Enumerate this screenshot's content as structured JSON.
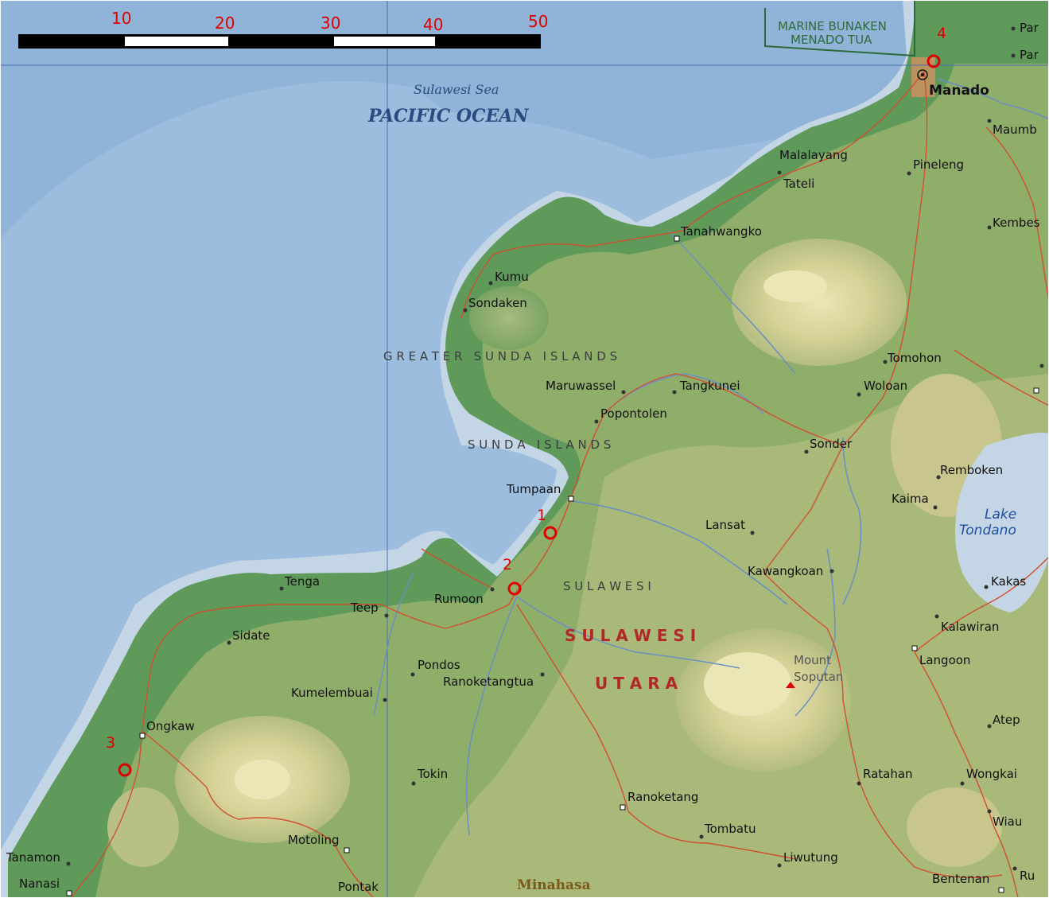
{
  "map": {
    "sea_small_label": "Sulawesi Sea",
    "ocean_label": "PACIFIC OCEAN",
    "region_labels": [
      "G R E A T E R   S U N D A   I S L A N D S",
      "S U N D A   I S L A N D S",
      "S U L A W E S I"
    ],
    "province_line1": "S U L A W E S I",
    "province_line2": "U T A R A",
    "park_line1": "MARINE BUNAKEN",
    "park_line2": "MENADO TUA",
    "district_label": "Minahasa",
    "lake_line1": "Lake",
    "lake_line2": "Tondano",
    "mountain_line1": "Mount",
    "mountain_line2": "Soputan",
    "capital": "Manado",
    "places": [
      "Malalayang",
      "Tateli",
      "Pineleng",
      "Maumb",
      "Kembes",
      "Par",
      "Par",
      "Tanahwangko",
      "Kumu",
      "Sondaken",
      "Maruwassel",
      "Tangkunei",
      "Tomohon",
      "Woloan",
      "Popontolen",
      "Sonder",
      "Remboken",
      "Kaima",
      "Tumpaan",
      "Lansat",
      "Kawangkoan",
      "Kakas",
      "Kalawiran",
      "Langoon",
      "Tenga",
      "Teep",
      "Rumoon",
      "Sidate",
      "Pondos",
      "Ranoketangtua",
      "Kumelembuai",
      "Ongkaw",
      "Tokin",
      "Atep",
      "Ratahan",
      "Wongkai",
      "Wiau",
      "Ranoketang",
      "Tombatu",
      "Motoling",
      "Liwutung",
      "Tanamon",
      "Nanasi",
      "Pontak",
      "Bentenan",
      "Ru"
    ],
    "markers": [
      "1",
      "2",
      "3",
      "4"
    ],
    "scale_ticks": [
      "10",
      "20",
      "30",
      "40",
      "50"
    ],
    "colors": {
      "ocean": "#8fb4d8",
      "shallow": "#b9cfe2",
      "lowland": "#5f9a5a",
      "hills": "#a9b97a",
      "highland": "#e3dda5",
      "road": "#d05030",
      "river": "#6b8fc4",
      "marker": "#e00000"
    }
  }
}
